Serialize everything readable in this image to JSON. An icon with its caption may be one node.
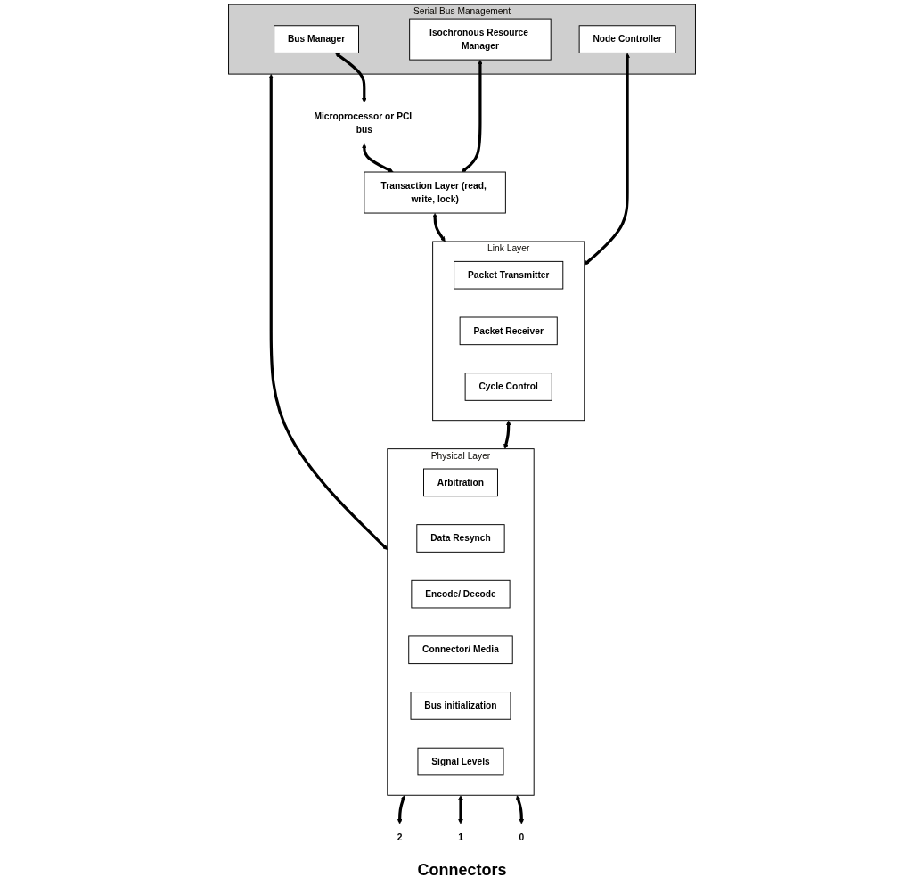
{
  "diagram": {
    "nodes": [
      {
        "text": [
          "Serial Bus Management"
        ]
      },
      {
        "text": [
          "Bus Manager"
        ],
        "in": 0
      },
      {
        "text": [
          "Isochronous Resource Manager"
        ],
        "in": 0
      },
      {
        "text": [
          "Node Controller"
        ],
        "in": 0
      },
      {
        "text": [
          "Microprocessor or PCI bus"
        ]
      },
      {
        "text": [
          "Transaction Layer (read, write, lock)"
        ]
      },
      {
        "text": [
          "Link Layer"
        ]
      },
      {
        "text": [
          "Packet Transmitter"
        ],
        "in": 6
      },
      {
        "text": [
          "Packet Receiver"
        ],
        "in": 6
      },
      {
        "text": [
          "Cycle Control"
        ],
        "in": 6
      },
      {
        "text": [
          "Physical Layer"
        ]
      },
      {
        "text": [
          "Arbitration"
        ],
        "in": 10
      },
      {
        "text": [
          "Data Resynch"
        ],
        "in": 10
      },
      {
        "text": [
          "Encode/ Decode"
        ],
        "in": 10
      },
      {
        "text": [
          "Connector/ Media"
        ],
        "in": 10
      },
      {
        "text": [
          "Bus initialization"
        ],
        "in": 10
      },
      {
        "text": [
          "Signal Levels"
        ],
        "in": 10
      },
      {
        "text": [
          "0"
        ]
      },
      {
        "text": [
          "1"
        ]
      },
      {
        "text": [
          "2"
        ]
      }
    ],
    "edges": [
      {
        "from": 1,
        "to": 4,
        "arrow": "both"
      },
      {
        "from": 4,
        "to": 5,
        "arrow": "both"
      },
      {
        "from": 2,
        "to": 5,
        "arrow": "both"
      },
      {
        "from": 5,
        "to": 6,
        "arrow": "both"
      },
      {
        "from": 3,
        "to": 6,
        "arrow": "both"
      },
      {
        "from": 6,
        "to": 10,
        "arrow": "both"
      },
      {
        "from": 0,
        "to": 10,
        "arrow": "both"
      },
      {
        "from": 10,
        "to": 17,
        "arrow": "both"
      },
      {
        "from": 10,
        "to": 18,
        "arrow": "both"
      },
      {
        "from": 10,
        "to": 19,
        "arrow": "both"
      }
    ],
    "labels": [
      "Connectors"
    ]
  }
}
